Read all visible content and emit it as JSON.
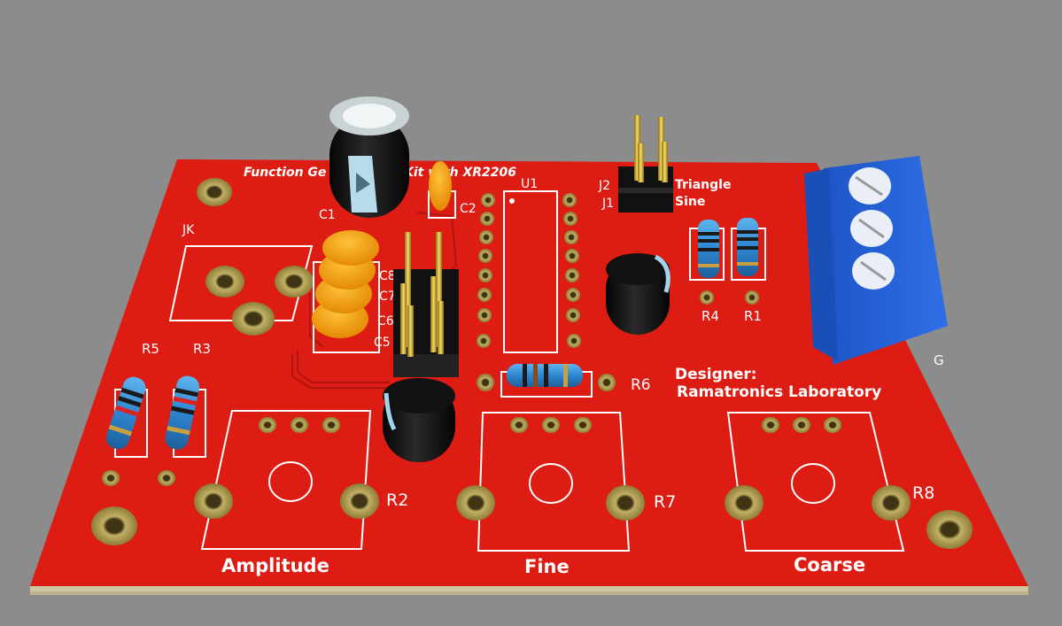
{
  "board": {
    "title": "Function Ge",
    "title_tail": "Kit with XR2206",
    "designer_label": "Designer:",
    "designer_name": "Ramatronics Laboratory",
    "colors": {
      "background": "#8c8c8c",
      "pcb": "#dd1c13",
      "pcb_edge": "#cfc9a6",
      "pad": "#a99a52",
      "terminal": "#1d5fd6"
    }
  },
  "labels": {
    "jk": "JK",
    "c1": "C1",
    "c2": "C2",
    "u1": "U1",
    "j2": "J2",
    "j1": "J1",
    "triangle": "Triangle",
    "sine": "Sine",
    "c8": "C8",
    "c7": "C7",
    "c6": "C6",
    "c5": "C5",
    "r5": "R5",
    "r3": "R3",
    "r4": "R4",
    "r1": "R1",
    "r6": "R6",
    "r2": "R2",
    "r7": "R7",
    "r8": "R8",
    "g": "G"
  },
  "knobs": {
    "amplitude": "Amplitude",
    "fine": "Fine",
    "coarse": "Coarse"
  },
  "icons": [
    "terminal-block-icon",
    "electrolytic-capacitor-icon",
    "resistor-icon",
    "pin-header-icon",
    "dip-ic-icon",
    "potentiometer-icon"
  ]
}
